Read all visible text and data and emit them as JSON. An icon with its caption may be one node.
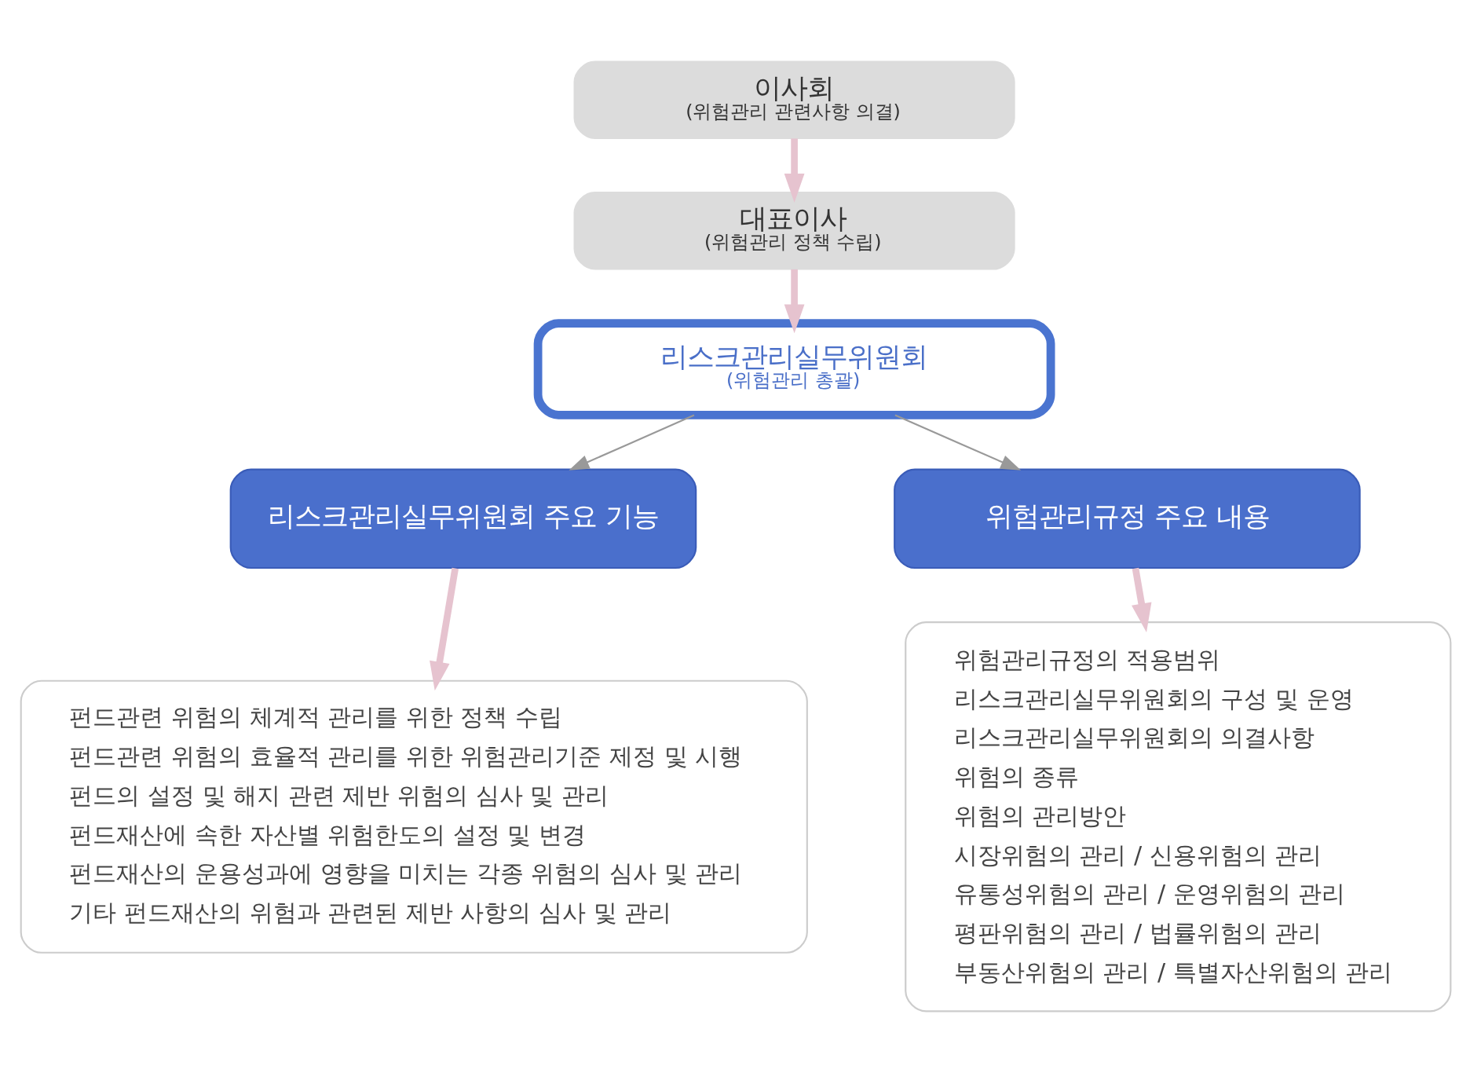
{
  "diagram": {
    "nodes": [
      {
        "text": [
          "이사회",
          "(위험관리 관련사항 의결)"
        ]
      },
      {
        "text": [
          "대표이사",
          "(위험관리 정책 수립)"
        ]
      },
      {
        "text": [
          "리스크관리실무위원회",
          "(위험관리 총괄)"
        ]
      },
      {
        "text": [
          "리스크관리실무위원회 주요 기능"
        ]
      },
      {
        "text": [
          "위험관리규정 주요 내용"
        ]
      },
      {
        "text": [
          "펀드관련 위험의 체계적 관리를 위한 정책 수립",
          "펀드관련 위험의 효율적 관리를 위한 위험관리기준 제정 및 시행",
          "펀드의 설정 및 해지 관련 제반 위험의 심사 및 관리",
          "펀드재산에 속한 자산별 위험한도의 설정 및 변경",
          "펀드재산의 운용성과에 영향을 미치는 각종 위험의 심사 및 관리",
          "기타 펀드재산의 위험과 관련된 제반 사항의 심사 및 관리"
        ]
      },
      {
        "text": [
          "위험관리규정의 적용범위",
          "리스크관리실무위원회의 구성 및 운영",
          "리스크관리실무위원회의 의결사항",
          "위험의 종류",
          "위험의 관리방안",
          "시장위험의 관리 / 신용위험의 관리",
          "유통성위험의 관리 / 운영위험의 관리",
          "평판위험의 관리 / 법률위험의 관리",
          "부동산위험의 관리 / 특별자산위험의 관리"
        ]
      }
    ],
    "edges": [
      {
        "from": 0,
        "to": 1,
        "arrow": "to"
      },
      {
        "from": 1,
        "to": 2,
        "arrow": "to"
      },
      {
        "from": 2,
        "to": 3,
        "arrow": "to",
        "color": "#999999"
      },
      {
        "from": 2,
        "to": 4,
        "arrow": "to",
        "color": "#999999"
      },
      {
        "from": 3,
        "to": 5,
        "arrow": "to"
      },
      {
        "from": 4,
        "to": 6,
        "arrow": "to"
      }
    ]
  }
}
